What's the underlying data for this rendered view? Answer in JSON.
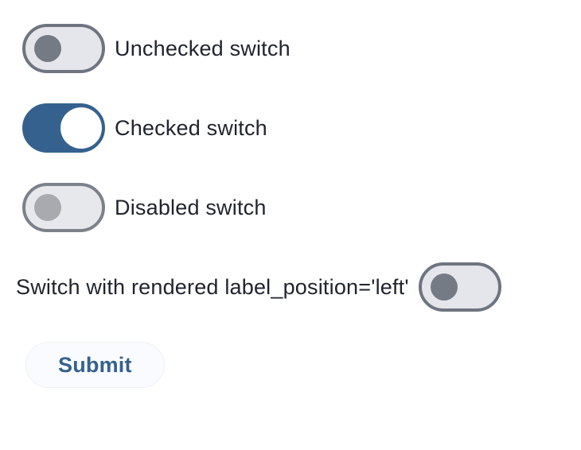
{
  "switches": [
    {
      "label": "Unchecked switch",
      "state": "unchecked",
      "label_position": "right",
      "disabled": false
    },
    {
      "label": "Checked switch",
      "state": "checked",
      "label_position": "right",
      "disabled": false
    },
    {
      "label": "Disabled switch",
      "state": "unchecked",
      "label_position": "right",
      "disabled": true
    },
    {
      "label": "Switch with rendered label_position='left'",
      "state": "unchecked",
      "label_position": "left",
      "disabled": false
    }
  ],
  "submit_button": {
    "label": "Submit"
  },
  "colors": {
    "checked_track": "#35618f",
    "checked_knob": "#ffffff",
    "unchecked_track_fill": "#e5e6eb",
    "unchecked_track_border": "#6f7580",
    "unchecked_knob": "#757b85",
    "disabled_track_border": "#7c818a",
    "disabled_knob": "#a8aab0",
    "label_text": "#20242d",
    "submit_text": "#35618f",
    "submit_background": "#fafbfe"
  }
}
